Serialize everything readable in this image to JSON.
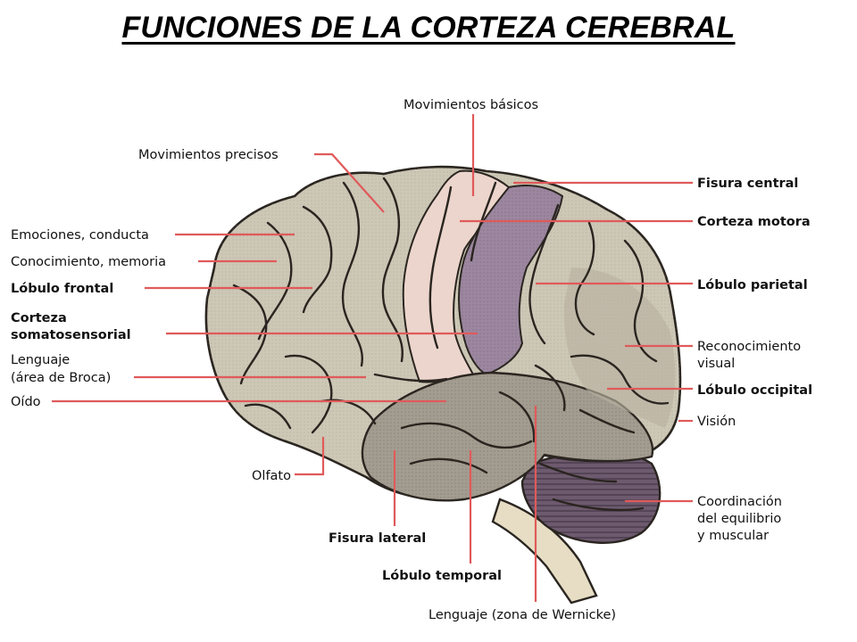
{
  "title": "FUNCIONES DE LA CORTEZA CEREBRAL",
  "colors": {
    "leader_line": "#e05a5a",
    "cortex": "#cdc7b6",
    "sensory_strip": "#ecd5cc",
    "motor_strip": "#9c86a0",
    "temporal": "#a39c90",
    "cerebellum": "#6d5a6e",
    "brainstem": "#e6ddc4"
  },
  "labels": {
    "movimientos_basicos": "Movimientos básicos",
    "movimientos_precisos": "Movimientos precisos",
    "emociones": "Emociones, conducta",
    "conocimiento": "Conocimiento, memoria",
    "lobulo_frontal": "Lóbulo frontal",
    "corteza_somato_1": "Corteza",
    "corteza_somato_2": "somatosensorial",
    "lenguaje_1": "Lenguaje",
    "lenguaje_2": "(área de Broca)",
    "oido": "Oído",
    "olfato": "Olfato",
    "fisura_lateral": "Fisura lateral",
    "lobulo_temporal": "Lóbulo temporal",
    "wernicke": "Lenguaje (zona de Wernicke)",
    "fisura_central": "Fisura central",
    "corteza_motora": "Corteza motora",
    "lobulo_parietal": "Lóbulo parietal",
    "reconocimiento_1": "Reconocimiento",
    "reconocimiento_2": "visual",
    "lobulo_occipital": "Lóbulo occipital",
    "vision": "Visión",
    "coordinacion_1": "Coordinación",
    "coordinacion_2": "del equilibrio",
    "coordinacion_3": "y muscular"
  }
}
